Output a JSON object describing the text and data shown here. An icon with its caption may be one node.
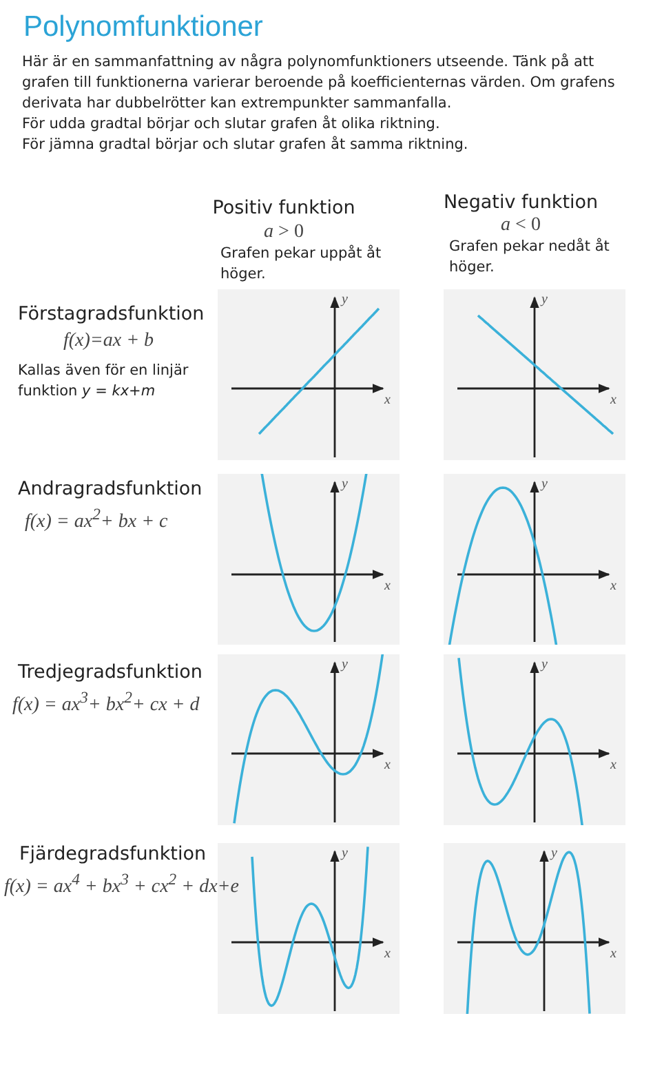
{
  "diagram": {
    "title": "Polynomfunktioner",
    "labels": [
      "Här är en sammanfattning av några polynomfunktioners utseende. Tänk på att grafen till funktionerna varierar beroende på koefficienternas värden. Om grafens derivata har dubbelrötter kan extrempunkter sammanfalla.",
      "För udda gradtal börjar och slutar grafen åt olika riktning.",
      "För jämna gradtal börjar och slutar grafen åt samma riktning.",
      "Positiv funktion",
      "*a* > 0",
      "Grafen pekar uppåt åt höger.",
      "Negativ funktion",
      "*a* < 0",
      "Grafen pekar nedåt åt höger.",
      "Förstagradsfunktion",
      "f(x)=ax + b",
      "Kallas även för en linjär funktion *y* = *kx*+*m*",
      "y",
      "x",
      "y",
      "x",
      "Andragradsfunktion",
      "f(x) = ax$^{2}$+ bx + c",
      "y",
      "x",
      "y",
      "x",
      "Tredjegradsfunktion",
      "f(x) = ax$^{3}$+ bx$^{2}$+ cx + d",
      "y",
      "x",
      "y",
      "x",
      "Fjärdegradsfunktion",
      "f(x) = ax$^{4}$ + bx$^{3}$ + cx$^{2}$ + dx+e",
      "y",
      "x",
      "y",
      "x"
    ]
  }
}
